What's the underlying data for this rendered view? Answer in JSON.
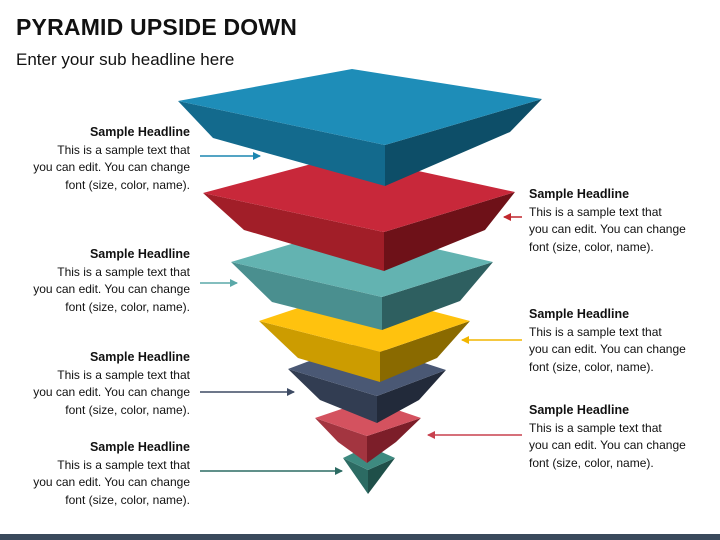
{
  "title": "PYRAMID UPSIDE DOWN",
  "subtitle": "Enter your sub headline here",
  "callouts": [
    {
      "headline": "Sample Headline",
      "text": "This is a sample text that\nyou can edit. You can change\nfont (size, color, name)."
    },
    {
      "headline": "Sample Headline",
      "text": "This is a sample text that\nyou can edit. You can change\nfont (size, color, name)."
    },
    {
      "headline": "Sample Headline",
      "text": "This is a sample text that\nyou can edit. You can change\nfont (size, color, name)."
    },
    {
      "headline": "Sample Headline",
      "text": "This is a sample text that\nyou can edit. You can change\nfont (size, color, name)."
    },
    {
      "headline": "Sample Headline",
      "text": "This is a sample text that\nyou can edit. You can change\nfont (size, color, name)."
    },
    {
      "headline": "Sample Headline",
      "text": "This is a sample text that\nyou can edit. You can change\nfont (size, color, name)."
    },
    {
      "headline": "Sample Headline",
      "text": "This is a sample text that\nyou can edit. You can change\nfont (size, color, name)."
    }
  ],
  "tiers": [
    {
      "color": "#1b86b0"
    },
    {
      "color": "#c1272d"
    },
    {
      "color": "#5aa8a8"
    },
    {
      "color": "#f2b600"
    },
    {
      "color": "#3d4a63"
    },
    {
      "color": "#c8414e"
    },
    {
      "color": "#2c6b63"
    }
  ]
}
